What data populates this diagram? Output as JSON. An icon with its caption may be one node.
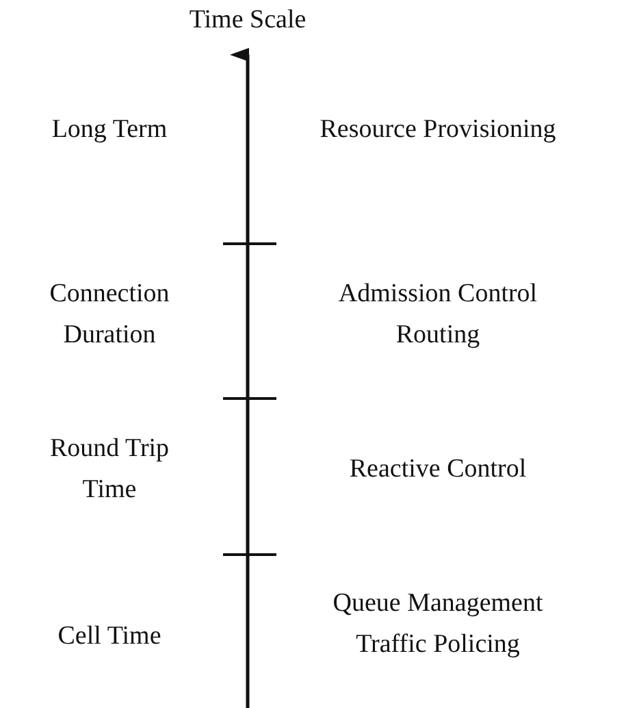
{
  "diagram": {
    "labels": [
      "Time Scale",
      "Long Term",
      "Resource Provisioning",
      "Connection Duration",
      "Admission Control",
      "Routing",
      "Round Trip Time",
      "Reactive Control",
      "Cell Time",
      "Queue Management",
      "Traffic Policing"
    ]
  }
}
